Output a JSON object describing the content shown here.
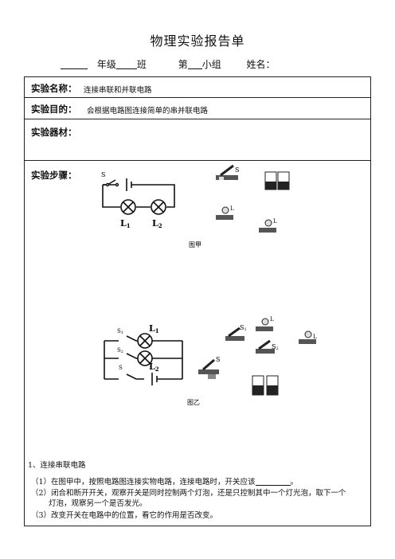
{
  "doc": {
    "title": "物理实验报告单",
    "grade_label": "年级",
    "class_label": "班",
    "group_prefix": "第",
    "group_label": "小组",
    "name_label": "姓名："
  },
  "rows": {
    "name_label": "实验名称：",
    "name_value": "连接串联和并联电路",
    "purpose_label": "实验目的：",
    "purpose_value": "会根据电路图连接简单的串并联电路",
    "equipment_label": "实验器材：",
    "steps_label": "实验步骤："
  },
  "figures": {
    "fig1_caption": "图甲",
    "fig2_caption": "图乙",
    "s": "S",
    "s1": "S",
    "s2": "S",
    "l1": "L",
    "l2": "L",
    "sub1": "1",
    "sub2": "2"
  },
  "steps": {
    "heading": "1、连接串联电路",
    "item1": "（1）在图甲中，按照电路图连接实物电路，连接电路时，开关应该",
    "item1_end": "。",
    "item2a": "（2）闭合和断开开关，观察开关是同时控制两个灯泡，还是只控制其中一个灯光泡，取下一个",
    "item2b": "灯泡，观察另一个是否发光。",
    "item3": "（3）改变开关在电路中的位置，看它的作用是否改变。"
  }
}
